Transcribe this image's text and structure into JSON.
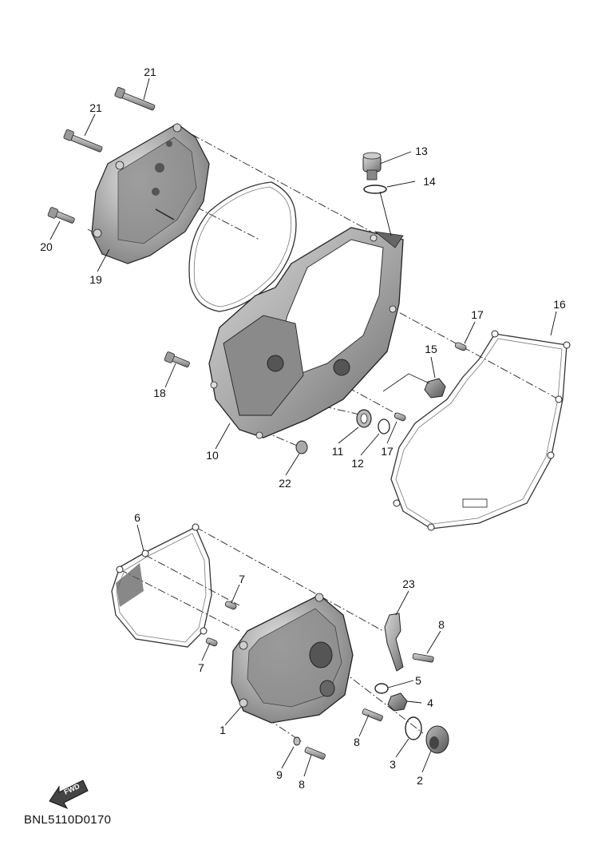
{
  "diagram": {
    "drawing_code": "BNL5110D0170",
    "fwd_label": "FWD",
    "callouts": [
      {
        "id": "c21a",
        "text": "21"
      },
      {
        "id": "c21b",
        "text": "21"
      },
      {
        "id": "c20",
        "text": "20"
      },
      {
        "id": "c19",
        "text": "19"
      },
      {
        "id": "c13",
        "text": "13"
      },
      {
        "id": "c14",
        "text": "14"
      },
      {
        "id": "c17a",
        "text": "17"
      },
      {
        "id": "c16",
        "text": "16"
      },
      {
        "id": "c15",
        "text": "15"
      },
      {
        "id": "c18",
        "text": "18"
      },
      {
        "id": "c10",
        "text": "10"
      },
      {
        "id": "c11",
        "text": "11"
      },
      {
        "id": "c12",
        "text": "12"
      },
      {
        "id": "c17b",
        "text": "17"
      },
      {
        "id": "c22",
        "text": "22"
      },
      {
        "id": "c6",
        "text": "6"
      },
      {
        "id": "c7a",
        "text": "7"
      },
      {
        "id": "c7b",
        "text": "7"
      },
      {
        "id": "c23",
        "text": "23"
      },
      {
        "id": "c8a",
        "text": "8"
      },
      {
        "id": "c5",
        "text": "5"
      },
      {
        "id": "c4",
        "text": "4"
      },
      {
        "id": "c1",
        "text": "1"
      },
      {
        "id": "c8b",
        "text": "8"
      },
      {
        "id": "c3",
        "text": "3"
      },
      {
        "id": "c2",
        "text": "2"
      },
      {
        "id": "c9",
        "text": "9"
      },
      {
        "id": "c8c",
        "text": "8"
      }
    ]
  }
}
